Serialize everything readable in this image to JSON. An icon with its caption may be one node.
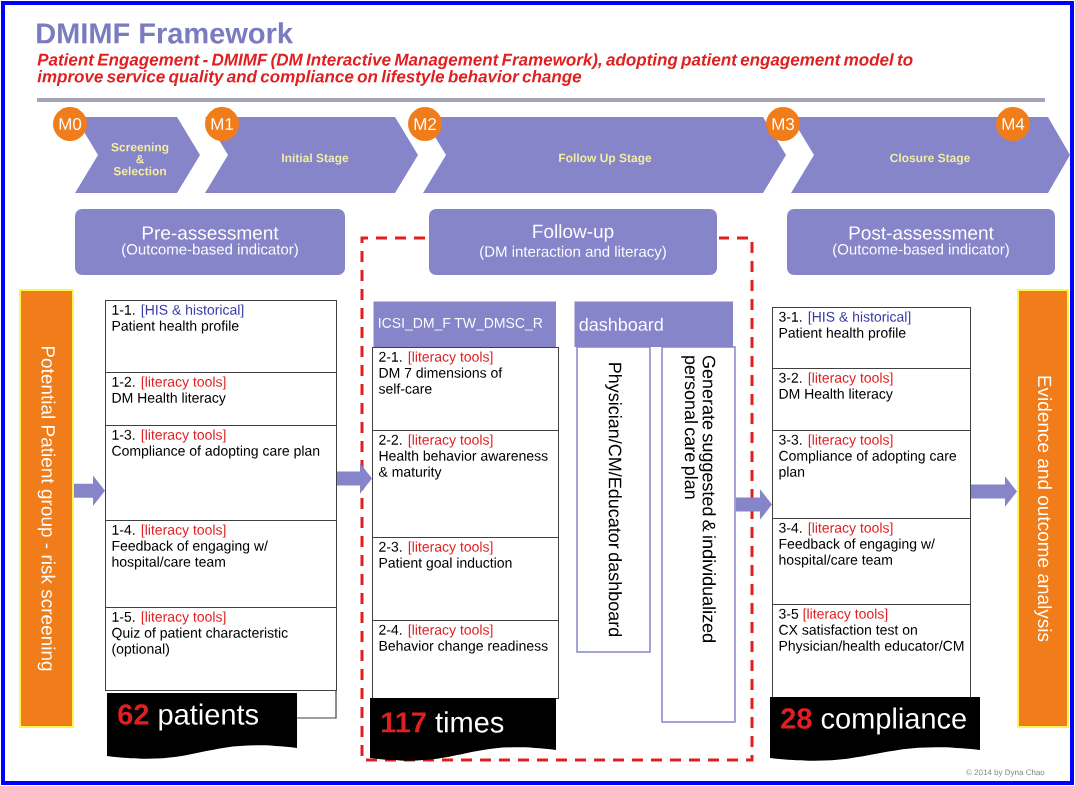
{
  "diagram": {
    "title": "DMIMF Framework",
    "nodes": [
      {
        "text": [
          "M0"
        ]
      },
      {
        "text": [
          "Screening & Selection"
        ]
      },
      {
        "text": [
          "M1"
        ]
      },
      {
        "text": [
          "Initial Stage"
        ]
      },
      {
        "text": [
          "M2"
        ]
      },
      {
        "text": [
          "Follow Up Stage"
        ]
      },
      {
        "text": [
          "M3"
        ]
      },
      {
        "text": [
          "Closure Stage"
        ]
      },
      {
        "text": [
          "M4"
        ]
      },
      {
        "text": [
          "Pre-assessment",
          "(Outcome-based indicator)"
        ]
      },
      {
        "text": [
          "Follow-up",
          "(DM interaction and literacy)"
        ]
      },
      {
        "text": [
          "Post-assessment",
          "(Outcome-based indicator)"
        ]
      },
      {
        "text": [
          "Potential Patient group - risk screening"
        ]
      },
      {
        "text": [
          "1-1.",
          "[HIS & historical]",
          "Patient health profile"
        ]
      },
      {
        "text": [
          "1-2.",
          "[literacy tools]",
          "DM Health literacy"
        ]
      },
      {
        "text": [
          "1-3.",
          "[literacy tools]",
          "Compliance of adopting care plan"
        ]
      },
      {
        "text": [
          "1-4.",
          "[literacy tools]",
          "Feedback of engaging w/ hospital/care team"
        ]
      },
      {
        "text": [
          "1-5.",
          "[literacy tools]",
          "Quiz of patient characteristic (optional)"
        ]
      },
      {
        "text": [
          "62",
          "patients"
        ]
      },
      {
        "text": [
          "ICSI_DM_F TW_DMSC_R"
        ]
      },
      {
        "text": [
          "2-1.",
          "[literacy tools]",
          "DM 7 dimensions of self-care"
        ]
      },
      {
        "text": [
          "2-2.",
          "[literacy tools]",
          "Health behavior awareness & maturity"
        ]
      },
      {
        "text": [
          "2-3.",
          "[literacy tools]",
          "Patient goal induction"
        ]
      },
      {
        "text": [
          "2-4.",
          "[literacy tools]",
          "Behavior change readiness"
        ]
      },
      {
        "text": [
          "117",
          "times"
        ]
      },
      {
        "text": [
          "dashboard"
        ]
      },
      {
        "text": [
          "Physician/CM/Educator dashboard"
        ]
      },
      {
        "text": [
          "Generate suggested & individualized personal care plan"
        ]
      },
      {
        "text": [
          "3-1.",
          "[HIS & historical]",
          "Patient health profile"
        ]
      },
      {
        "text": [
          "3-2.",
          "[literacy tools]",
          "DM Health literacy"
        ]
      },
      {
        "text": [
          "3-3.",
          "[literacy tools]",
          "Compliance of adopting care plan"
        ]
      },
      {
        "text": [
          "3-4.",
          "[literacy tools]",
          "Feedback of engaging w/ hospital/care team"
        ]
      },
      {
        "text": [
          "3-5",
          "[literacy tools]",
          "CX satisfaction test on Physician/health educator/CM"
        ]
      },
      {
        "text": [
          "28",
          "compliance"
        ]
      },
      {
        "text": [
          "Evidence and outcome analysis"
        ]
      }
    ],
    "edges": [
      {
        "from": 12,
        "to": 15,
        "arrow": "to"
      },
      {
        "from": 15,
        "to": 21,
        "arrow": "to"
      },
      {
        "from": 27,
        "to": 30,
        "arrow": "to"
      },
      {
        "from": 30,
        "to": 34,
        "arrow": "to"
      }
    ],
    "labels": [
      "Patient Engagement - DMIMF (DM Interactive Management Framework), adopting patient engagement model to improve service quality and compliance on lifestyle behavior change",
      "© 2014 by Dyna Chao"
    ]
  }
}
